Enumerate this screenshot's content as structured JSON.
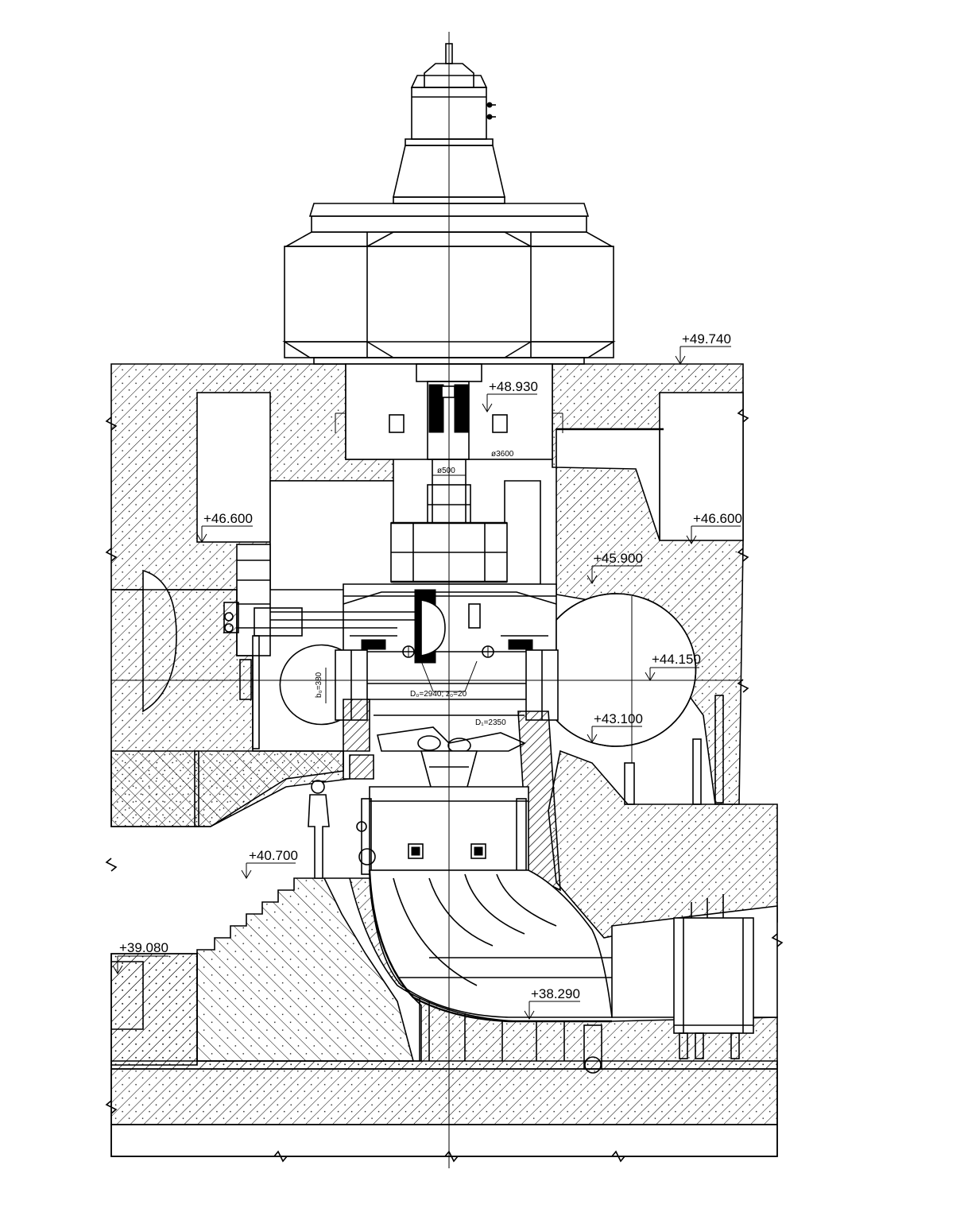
{
  "elevations": {
    "e49740": "+49.740",
    "e48930": "+48.930",
    "e46600_left": "+46.600",
    "e46600_right": "+46.600",
    "e45900": "+45.900",
    "e44150": "+44.150",
    "e43100": "+43.100",
    "e40700": "+40.700",
    "e39080": "+39.080",
    "e38290": "+38.290"
  },
  "dimensions": {
    "pit_diameter": "ø3600",
    "shaft_diameter": "ø500",
    "guide_vane_height": "b₀=380",
    "guide_vane_circle": "D₀=2940; z₀=20",
    "runner_diameter": "D₁=2350"
  },
  "colors": {
    "line": "#000000",
    "background": "#ffffff"
  }
}
